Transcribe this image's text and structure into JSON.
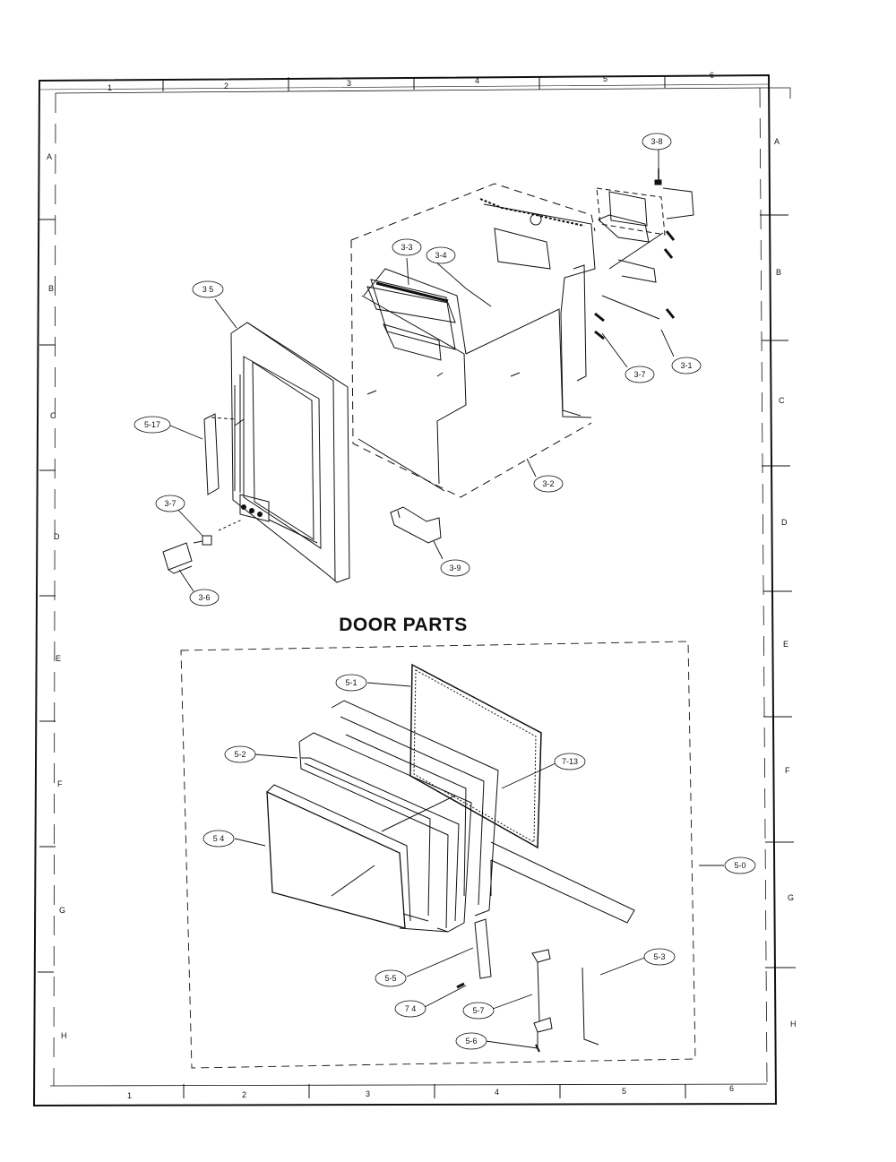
{
  "page_title": "DOOR PARTS",
  "zones": {
    "columns_top": [
      "1",
      "2",
      "3",
      "4",
      "5",
      "6"
    ],
    "columns_bottom": [
      "1",
      "2",
      "3",
      "4",
      "5",
      "6"
    ],
    "rows_left": [
      "A",
      "B",
      "C",
      "D",
      "E",
      "F",
      "G",
      "H"
    ],
    "rows_right": [
      "A",
      "B",
      "C",
      "D",
      "E",
      "F",
      "G",
      "H"
    ]
  },
  "callouts": {
    "c_3_8_top": "3-8",
    "c_3_3": "3-3",
    "c_3_4": "3-4",
    "c_3_5": "3 5",
    "c_3_1": "3-1",
    "c_3_7_right": "3-7",
    "c_5_17": "5-17",
    "c_3_2": "3-2",
    "c_3_7_left": "3-7",
    "c_3_9": "3-9",
    "c_3_6": "3-6",
    "c_5_1": "5-1",
    "c_5_2": "5-2",
    "c_7_13": "7-13",
    "c_5_4": "5 4",
    "c_5_0": "5-0",
    "c_5_5": "5-5",
    "c_5_3": "5-3",
    "c_7_4": "7 4",
    "c_5_7": "5-7",
    "c_5_6": "5-6"
  }
}
